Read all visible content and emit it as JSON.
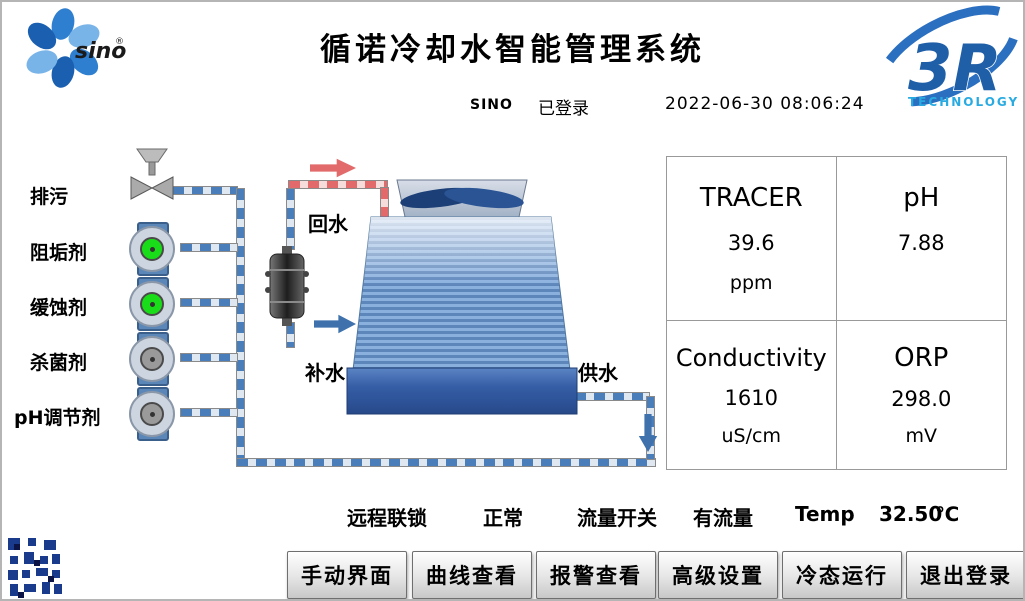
{
  "header": {
    "title": "循诺冷却水智能管理系统",
    "user": "SINO",
    "login_status": "已登录",
    "datetime": "2022-06-30 08:06:24",
    "sino_logo_text": "sino",
    "sino_reg": "®",
    "r3_logo_text": "3R",
    "r3_logo_sub": "TECHNOLOGY"
  },
  "dosing": {
    "blowdown_label": "排污",
    "pumps": [
      {
        "label": "阻垢剂",
        "color": "#19dd19"
      },
      {
        "label": "缓蚀剂",
        "color": "#19dd19"
      },
      {
        "label": "杀菌剂",
        "color": "#9a9a9a"
      },
      {
        "label": "pH调节剂",
        "color": "#9a9a9a"
      }
    ]
  },
  "diagram": {
    "return_water": "回水",
    "makeup_water": "补水",
    "supply_water": "供水"
  },
  "measurements": [
    {
      "name": "TRACER",
      "value": "39.6",
      "unit": "ppm"
    },
    {
      "name": "pH",
      "value": "7.88",
      "unit": ""
    },
    {
      "name": "Conductivity",
      "value": "1610",
      "unit": "uS/cm"
    },
    {
      "name": "ORP",
      "value": "298.0",
      "unit": "mV"
    }
  ],
  "status": {
    "interlock_label": "远程联锁",
    "interlock_value": "正常",
    "flow_label": "流量开关",
    "flow_value": "有流量",
    "temp_label": "Temp",
    "temp_value": "32.50",
    "temp_unit": "℃"
  },
  "buttons": [
    {
      "label": "手动界面"
    },
    {
      "label": "曲线查看"
    },
    {
      "label": "报警查看"
    },
    {
      "label": "高级设置"
    },
    {
      "label": "冷态运行"
    },
    {
      "label": "退出登录"
    }
  ],
  "colors": {
    "pipe_blue": "#4a7ebb",
    "pipe_red": "#e26a6a",
    "tower_blue": "#5d86bb",
    "basin_blue": "#2f5597",
    "logo_blue": "#1f5fa8",
    "logo_cyan": "#29abe2"
  }
}
